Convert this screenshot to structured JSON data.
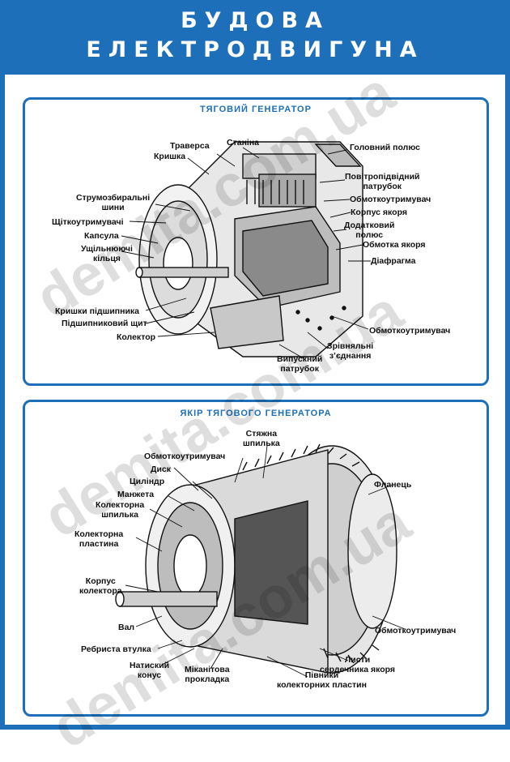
{
  "header": {
    "title_line1": "БУДОВА",
    "title_line2": "ЕЛЕКТРОДВИГУНА"
  },
  "colors": {
    "brand": "#1c6fb8",
    "line": "#111111"
  },
  "watermark": "demita.com.ua",
  "top_panel": {
    "title": "ТЯГОВИЙ ГЕНЕРАТОР",
    "labels": {
      "trav": "Траверса",
      "stan": "Станіна",
      "krysh": "Кришка",
      "holov": "Головний полюс",
      "povitr": "Повітропідвідний\nпатрубок",
      "strum": "Струмозбиральні\nшини",
      "obm1": "Обмоткоутримувач",
      "korp": "Корпус якоря",
      "shchit": "Щіткоутримувачі",
      "dodat": "Додатковий\nполюс",
      "kaps": "Капсула",
      "obmya": "Обмотка якоря",
      "ushch": "Ущільнюючі\nкільця",
      "diaf": "Діафрагма",
      "kryshp": "Кришки підшипника",
      "pidsh": "Підшипниковий щит",
      "obm2": "Обмоткоутримувач",
      "kolek": "Колектор",
      "zrivn": "Зрівняльні\nз’єднання",
      "vypusk": "Випускний\nпатрубок"
    }
  },
  "bottom_panel": {
    "title": "ЯКІР ТЯГОВОГО ГЕНЕРАТОРА",
    "labels": {
      "styazh": "Стяжна\nшпилька",
      "obm": "Обмоткоутримувач",
      "disk": "Диск",
      "tsyl": "Циліндр",
      "manzh": "Манжета",
      "flan": "Фланець",
      "kshp": "Колекторна\nшпилька",
      "kplast": "Колекторна\nпластина",
      "korpk": "Корпус\nколектора",
      "val": "Вал",
      "obm2": "Обмоткоутримувач",
      "rebr": "Ребриста втулка",
      "lysty": "Листи\nсердечника якоря",
      "natys": "Натиский\nконус",
      "mikan": "Міканітова\nпрокладка",
      "pivn": "Півники\nколекторних пластин"
    }
  }
}
